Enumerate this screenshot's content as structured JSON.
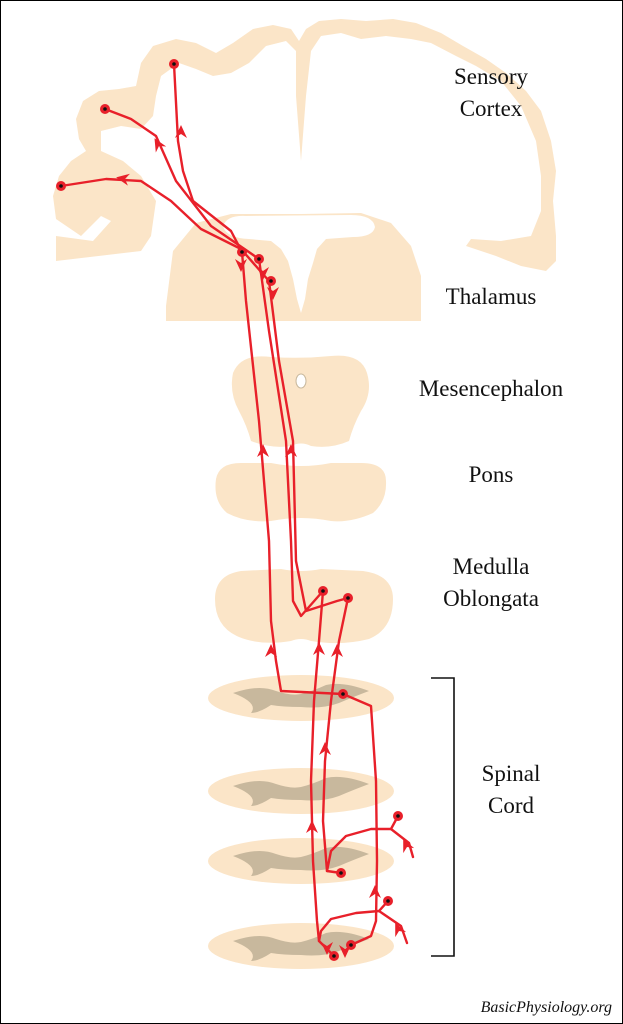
{
  "labels": {
    "sensory_line1": "Sensory",
    "sensory_line2": "Cortex",
    "thalamus": "Thalamus",
    "mesencephalon": "Mesencephalon",
    "pons": "Pons",
    "medulla_line1": "Medulla",
    "medulla_line2": "Oblongata",
    "spinal_line1": "Spinal",
    "spinal_line2": "Cord"
  },
  "credit": "BasicPhysiology.org",
  "colors": {
    "tissue": "#fbe5c8",
    "gray_matter": "#c8b89d",
    "pathway": "#e8202a",
    "neuron_dot": "#111111",
    "text": "#111111",
    "bracket": "#111111"
  }
}
